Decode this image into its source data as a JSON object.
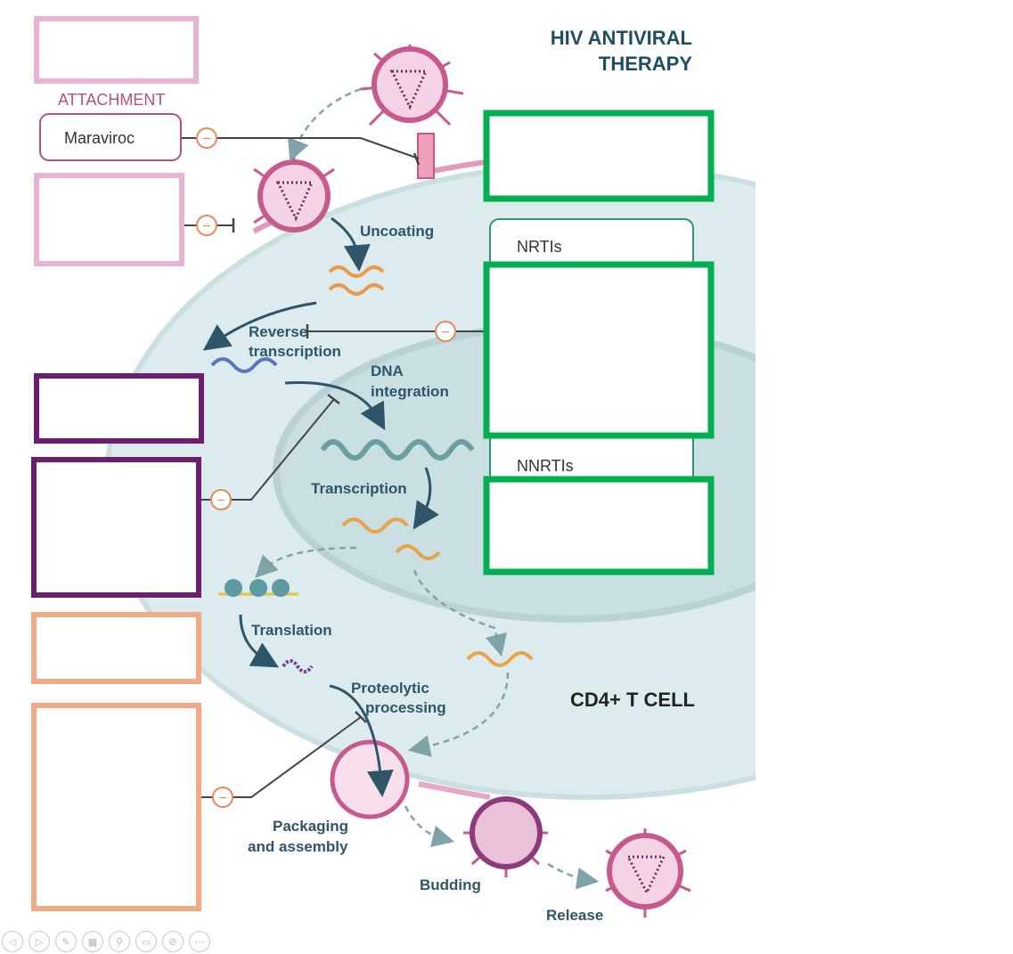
{
  "diagram": {
    "title_line1": "HIV ANTIVIRAL",
    "title_line2": "THERAPY",
    "cell_label": "CD4+ T CELL",
    "stages": {
      "attachment": "ATTACHMENT",
      "uncoating": "Uncoating",
      "reverse_transcription_1": "Reverse",
      "reverse_transcription_2": "transcription",
      "dna_integration_1": "DNA",
      "dna_integration_2": "integration",
      "transcription": "Transcription",
      "translation": "Translation",
      "proteolytic_1": "Proteolytic",
      "proteolytic_2": "processing",
      "packaging_1": "Packaging",
      "packaging_2": "and assembly",
      "budding": "Budding",
      "release": "Release"
    },
    "drugs": {
      "maraviroc": "Maraviroc",
      "nrtis": "NRTIs",
      "nnrtis": "NNRTIs"
    },
    "inhibit_symbol": "−"
  },
  "colors": {
    "pink_box": "#e8b4d6",
    "purple_box": "#6b1f6e",
    "orange_box": "#f0aa85",
    "green_box": "#00b050",
    "cell": "#d9ebec",
    "nucleus": "#c5dcdf",
    "virus": "#c8598f"
  },
  "toolbar": {
    "icons": [
      "prev-icon",
      "next-icon",
      "pen-icon",
      "slides-icon",
      "zoom-icon",
      "subtitles-icon",
      "camera-off-icon",
      "more-icon"
    ],
    "glyphs": [
      "◁",
      "▷",
      "✎",
      "▦",
      "⚲",
      "▭",
      "⊘",
      "⋯"
    ]
  }
}
